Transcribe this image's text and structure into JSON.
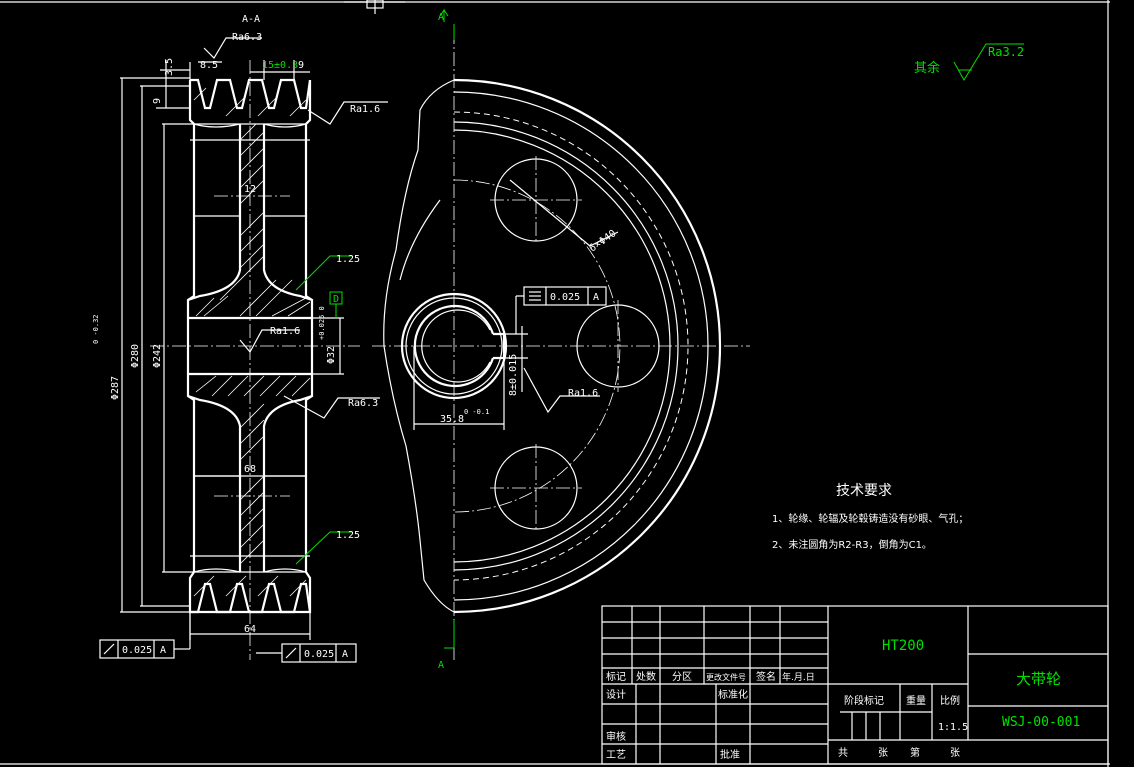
{
  "section_label": "A-A",
  "roughness": {
    "top_left": "Ra6.3",
    "right_groove": "Ra1.6",
    "bore": "Ra1.6",
    "hub_right": "Ra6.3",
    "keyway": "Ra1.6",
    "others_prefix": "其余",
    "others_value": "Ra3.2"
  },
  "dimensions": {
    "groove_pitch": "15±0.3",
    "groove_edge": "9",
    "top_small": "8.5",
    "top_3_5": "3.5",
    "depth_9": "9",
    "web_12": "12",
    "dia_287": "Φ287",
    "dia_287_tol": "0 -0.32",
    "dia_280": "Φ280",
    "dia_242": "Φ242",
    "bore_32": "Φ32",
    "bore_tol": "+0.025 0",
    "hub_68": "68",
    "width_64": "64",
    "chamfer_a": "1.25",
    "chamfer_b": "1.25",
    "holes": "6×Φ40",
    "keyway_width": "8±0.015",
    "keyway_depth": "35.8",
    "keyway_depth_tol": "0 -0.1"
  },
  "tolerance_frames": {
    "runout_left_value": "0.025",
    "runout_left_datum": "A",
    "runout_right_value": "0.025",
    "runout_right_datum": "A",
    "symmetry_value": "0.025",
    "symmetry_datum": "A",
    "datum_box": "D"
  },
  "section_marks": {
    "top": "A",
    "bottom": "A"
  },
  "tech_req": {
    "title": "技术要求",
    "line1": "1、轮缘、轮辐及轮毂铸造没有砂眼、气孔；",
    "line2": "2、未注圆角为R2-R3，倒角为C1。"
  },
  "title_block": {
    "material": "HT200",
    "part_name": "大带轮",
    "drawing_no": "WSJ-00-001",
    "h_mark": "标记",
    "h_count": "处数",
    "h_zone": "分区",
    "h_change": "更改文件号",
    "h_sign": "签名",
    "h_date": "年.月.日",
    "h_design": "设计",
    "h_standard": "标准化",
    "h_review": "审核",
    "h_process": "工艺",
    "h_approve": "批准",
    "h_stage": "阶段标记",
    "h_weight": "重量",
    "h_scale": "比例",
    "scale_value": "1:1.5",
    "h_total": "共",
    "h_sheets": "张",
    "h_page": "第",
    "h_sheets2": "张"
  },
  "colors": {
    "line": "#ffffff",
    "annotation": "#00e000",
    "background": "#000000"
  }
}
